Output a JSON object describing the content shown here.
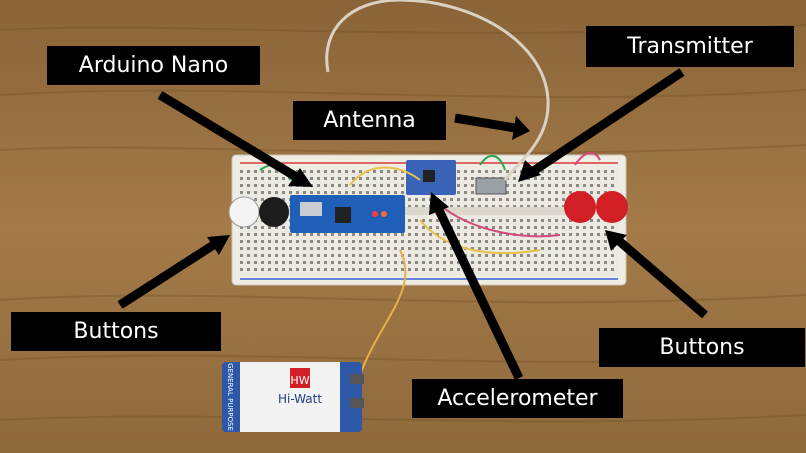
{
  "labels": {
    "arduino": "Arduino Nano",
    "antenna": "Antenna",
    "transmitter": "Transmitter",
    "buttons_left": "Buttons",
    "buttons_right": "Buttons",
    "accelerometer": "Accelerometer"
  },
  "battery": {
    "brand": "HW",
    "name": "Hi-Watt",
    "side_text": "GENERAL PURPOSE"
  },
  "colors": {
    "table": "#9c7748",
    "label_bg": "#000000",
    "label_text": "#ffffff",
    "arduino_board": "#1f5fb8",
    "accel_board": "#3a64b8",
    "button_red": "#d21f26",
    "battery_blue": "#2d58a8"
  }
}
